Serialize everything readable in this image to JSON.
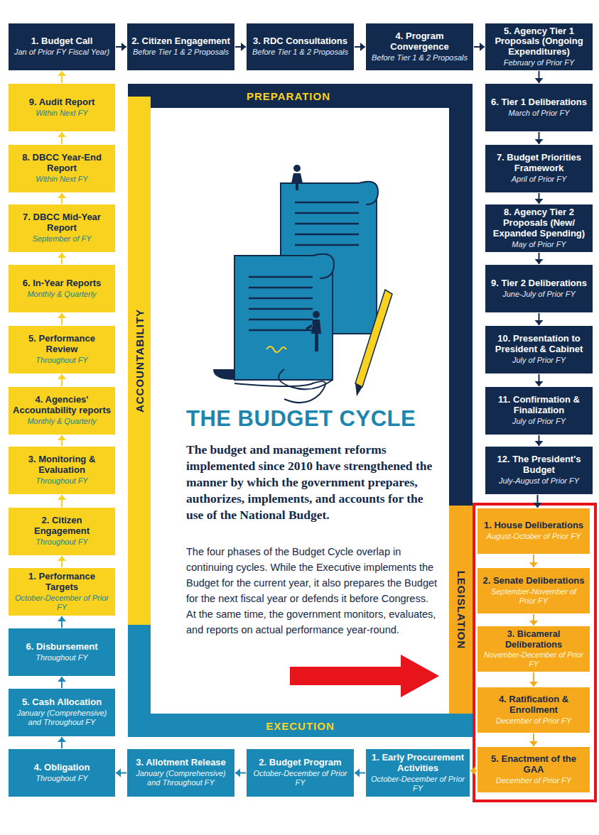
{
  "diagram": {
    "title": "THE BUDGET CYCLE",
    "nodes": [
      {
        "text": [
          "1. Budget Call",
          "Jan of Prior FY Fiscal Year)"
        ]
      },
      {
        "text": [
          "2. Citizen Engagement",
          "Before Tier 1 & 2 Proposals"
        ]
      },
      {
        "text": [
          "3. RDC Consultations",
          "Before Tier 1 & 2 Proposals"
        ]
      },
      {
        "text": [
          "4. Program Convergence",
          "Before Tier 1 & 2 Proposals"
        ]
      },
      {
        "text": [
          "5. Agency Tier 1 Proposals (Ongoing Expenditures)",
          "February of Prior FY"
        ]
      },
      {
        "text": [
          "6. Tier 1 Deliberations",
          "March of Prior FY"
        ]
      },
      {
        "text": [
          "7. Budget Priorities Framework",
          "April of Prior FY"
        ]
      },
      {
        "text": [
          "8. Agency Tier 2 Proposals (New/ Expanded Spending)",
          "May of Prior FY"
        ]
      },
      {
        "text": [
          "9. Tier 2 Deliberations",
          "June-July of Prior FY"
        ]
      },
      {
        "text": [
          "10. Presentation to President & Cabinet",
          "July of Prior FY"
        ]
      },
      {
        "text": [
          "11. Confirmation & Finalization",
          "July of Prior FY"
        ]
      },
      {
        "text": [
          "12. The President's Budget",
          "July-August of Prior FY"
        ]
      },
      {
        "text": [
          "1. House Deliberations",
          "August-October of Prior FY"
        ]
      },
      {
        "text": [
          "2. Senate Deliberations",
          "September-November of Prior FY"
        ]
      },
      {
        "text": [
          "3. Bicameral Deliberations",
          "November-December of Prior FY"
        ]
      },
      {
        "text": [
          "4. Ratification & Enrollment",
          "December of Prior FY"
        ]
      },
      {
        "text": [
          "5. Enactment of the GAA",
          "December of Prior FY"
        ]
      },
      {
        "text": [
          "1. Early Procurement Activities",
          "October-December of Prior FY"
        ]
      },
      {
        "text": [
          "2. Budget Program",
          "October-December of Prior FY"
        ]
      },
      {
        "text": [
          "3. Allotment Release",
          "January (Comprehensive) and Throughout FY"
        ]
      },
      {
        "text": [
          "4. Obligation",
          "Throughout FY"
        ]
      },
      {
        "text": [
          "5. Cash Allocation",
          "January (Comprehensive) and Throughout FY"
        ]
      },
      {
        "text": [
          "6. Disbursement",
          "Throughout FY"
        ]
      },
      {
        "text": [
          "1. Performance Targets",
          "October-December of Prior FY"
        ]
      },
      {
        "text": [
          "2. Citizen Engagement",
          "Throughout FY"
        ]
      },
      {
        "text": [
          "3. Monitoring & Evaluation",
          "Throughout FY"
        ]
      },
      {
        "text": [
          "4. Agencies' Accountability reports",
          "Monthly & Quarterly"
        ]
      },
      {
        "text": [
          "5. Performance Review",
          "Throughout FY"
        ]
      },
      {
        "text": [
          "6. In-Year Reports",
          "Monthly & Quarterly"
        ]
      },
      {
        "text": [
          "7. DBCC Mid-Year Report",
          "September of FY"
        ]
      },
      {
        "text": [
          "8. DBCC Year-End Report",
          "Within Next FY"
        ]
      },
      {
        "text": [
          "9. Audit Report",
          "Within Next FY"
        ]
      },
      {
        "text": [
          "PREPARATION"
        ]
      },
      {
        "text": [
          "LEGISLATION"
        ]
      },
      {
        "text": [
          "EXECUTION"
        ]
      },
      {
        "text": [
          "ACCOUNTABILITY"
        ]
      }
    ],
    "edges": [
      {
        "from": 0,
        "to": 1,
        "arrow": "to"
      },
      {
        "from": 1,
        "to": 2,
        "arrow": "to"
      },
      {
        "from": 2,
        "to": 3,
        "arrow": "to"
      },
      {
        "from": 3,
        "to": 4,
        "arrow": "to"
      },
      {
        "from": 4,
        "to": 5,
        "arrow": "to"
      },
      {
        "from": 5,
        "to": 6,
        "arrow": "to"
      },
      {
        "from": 6,
        "to": 7,
        "arrow": "to"
      },
      {
        "from": 7,
        "to": 8,
        "arrow": "to"
      },
      {
        "from": 8,
        "to": 9,
        "arrow": "to"
      },
      {
        "from": 9,
        "to": 10,
        "arrow": "to"
      },
      {
        "from": 10,
        "to": 11,
        "arrow": "to"
      },
      {
        "from": 11,
        "to": 12,
        "arrow": "to"
      },
      {
        "from": 12,
        "to": 13,
        "arrow": "to"
      },
      {
        "from": 13,
        "to": 14,
        "arrow": "to"
      },
      {
        "from": 14,
        "to": 15,
        "arrow": "to"
      },
      {
        "from": 15,
        "to": 16,
        "arrow": "to"
      },
      {
        "from": 16,
        "to": 17,
        "arrow": "to"
      },
      {
        "from": 17,
        "to": 18,
        "arrow": "to"
      },
      {
        "from": 18,
        "to": 19,
        "arrow": "to"
      },
      {
        "from": 19,
        "to": 20,
        "arrow": "to"
      },
      {
        "from": 20,
        "to": 21,
        "arrow": "to"
      },
      {
        "from": 21,
        "to": 22,
        "arrow": "to"
      },
      {
        "from": 22,
        "to": 23,
        "arrow": "to"
      },
      {
        "from": 23,
        "to": 24,
        "arrow": "to"
      },
      {
        "from": 24,
        "to": 25,
        "arrow": "to"
      },
      {
        "from": 25,
        "to": 26,
        "arrow": "to"
      },
      {
        "from": 26,
        "to": 27,
        "arrow": "to"
      },
      {
        "from": 27,
        "to": 28,
        "arrow": "to"
      },
      {
        "from": 28,
        "to": 29,
        "arrow": "to"
      },
      {
        "from": 29,
        "to": 30,
        "arrow": "to"
      },
      {
        "from": 30,
        "to": 31,
        "arrow": "to"
      },
      {
        "from": 31,
        "to": 0,
        "arrow": "to"
      }
    ],
    "labels": [
      "The budget and management reforms implemented since 2010 have strengthened the manner by which the government prepares, authorizes, implements, and accounts for the use of the National Budget.",
      "The four phases of the Budget Cycle overlap in continuing cycles. While the Executive implements the Budget for the current year, it also prepares the Budget for the next fiscal year or defends it before Congress. At the same time, the government monitors, evaluates, and reports on actual performance year-round."
    ]
  }
}
